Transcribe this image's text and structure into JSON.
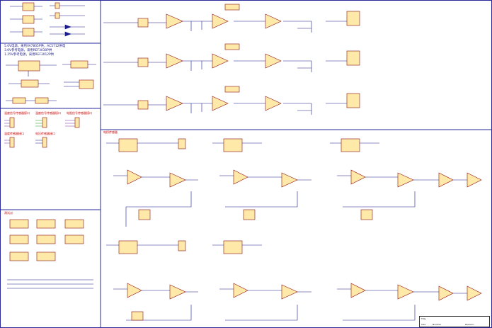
{
  "power_notes": [
    "5.0V电源，采用VA7805P供，AC5712供电",
    "3.0V参考电源，采用REF3030P供",
    "1.25V参考电源，采用REF3012P供"
  ],
  "connector_labels": [
    "温度信号传感器接口",
    "温度信号传感器接口",
    "电阻信号传感器接口",
    "温度传感器接口",
    "电压传感器接口"
  ],
  "section_labels": {
    "bridge": "电桥传感器",
    "test_points": "测试点"
  },
  "title_block": {
    "title_label": "Title",
    "size_label": "Size",
    "number_label": "Number",
    "revision_label": "Revision"
  },
  "colors": {
    "wire": "#1c1c8f",
    "border": "#2a2a9a",
    "component": "#8b1010",
    "component_fill": "#ffe9a8",
    "label": "#c00000",
    "net_green": "#1a9a1a",
    "net_orange": "#d07000",
    "net_purple": "#7a2aa8"
  }
}
